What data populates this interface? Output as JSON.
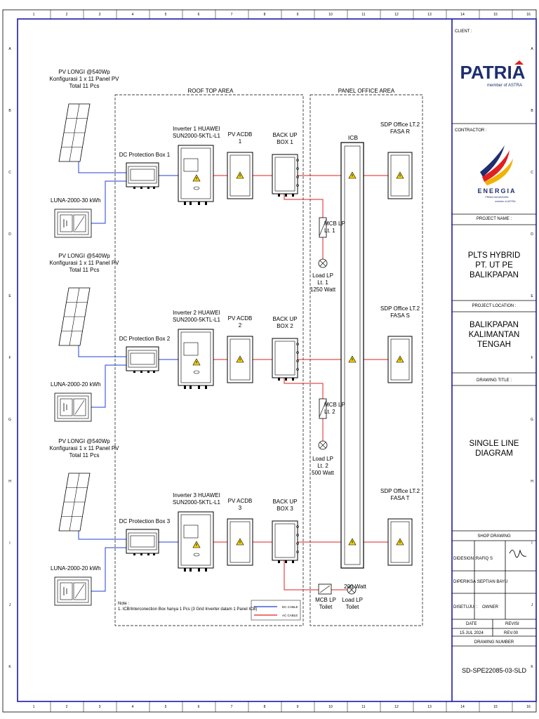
{
  "grid": {
    "columns": [
      "1",
      "2",
      "3",
      "4",
      "5",
      "6",
      "7",
      "8",
      "9",
      "10",
      "11",
      "12",
      "13",
      "14",
      "15",
      "16"
    ],
    "rows": [
      "A",
      "B",
      "C",
      "D",
      "E",
      "F",
      "G",
      "H",
      "I",
      "J",
      "K"
    ]
  },
  "areas": {
    "roof_top": "ROOF TOP AREA",
    "panel_office": "PANEL OFFICE AREA"
  },
  "pv_arrays": [
    "PV LONGI @540Wp\nKonfigurasi 1 x 11 Panel PV\nTotal 11 Pcs",
    "PV LONGI @540Wp\nKonfigurasi 1 x 11 Panel PV\nTotal 11 Pcs",
    "PV LONGI @540Wp\nKonfigurasi 1 x 11 Panel PV\nTotal 11 Pcs"
  ],
  "batteries": [
    "LUNA-2000-30 kWh",
    "LUNA-2000-20 kWh",
    "LUNA-2000-20 kWh"
  ],
  "dc_protection": [
    "DC Protection Box 1",
    "DC Protection Box 2",
    "DC Protection Box 3"
  ],
  "inverters": [
    "Inverter 1 HUAWEI\nSUN2000-5KTL-L1",
    "Inverter 2 HUAWEI\nSUN2000-5KTL-L1",
    "Inverter 3 HUAWEI\nSUN2000-5KTL-L1"
  ],
  "pv_acdb": [
    "PV ACDB\n1",
    "PV ACDB\n2",
    "PV ACDB\n3"
  ],
  "backup_boxes": [
    "BACK UP\nBOX 1",
    "BACK UP\nBOX 2",
    "BACK UP\nBOX 3"
  ],
  "icb": "ICB",
  "sdp": [
    "SDP Office LT.2\nFASA R",
    "SDP Office LT.2\nFASA S",
    "SDP Office LT.2\nFASA T"
  ],
  "mcb": [
    "MCB LP\nLt. 1",
    "MCB LP\nLt. 2",
    "MCB LP\nToilet"
  ],
  "loads": [
    "Load LP\nLt. 1\n1250 Watt",
    "Load LP\nLt. 2\n500 Watt",
    "Load LP\nToilet"
  ],
  "load_toilet_watt": "200 Watt",
  "note": "Note :\n  1. ICB/Interconection Box hanya 1 Pcs (3 Grid Inverter dalam 1 Panel ICB)",
  "legend": {
    "dc": "DC CABLE",
    "ac": "AC CABLE"
  },
  "title_block": {
    "client_label": "CLIENT :",
    "client_logo": "PATRIA",
    "client_sub": "member of ASTRA",
    "contractor_label": "CONTRACTOR :",
    "contractor_logo": "ENERGIA",
    "contractor_sub": "PRIMA NUSANTARA",
    "contractor_sub2": "member of ASTRA",
    "project_name_label": "PROJECT NAME :",
    "project_name": "PLTS HYBRID\nPT. UT PE BALIKPAPAN",
    "project_location_label": "PROJECT LOCATION :",
    "project_location": "BALIKPAPAN\nKALIMANTAN TENGAH",
    "drawing_title_label": "DRAWING TITLE :",
    "drawing_title": "SINGLE LINE\nDIAGRAM",
    "shop_drawing": "SHOP DRAWING",
    "design_label": "DIDESIGN :",
    "design_value": "RAFIQ S",
    "check_label": "DIPERIKSA :",
    "check_value": "SEPTIAN BAYU",
    "approve_label": "DISETUJUI :",
    "approve_value": "OWNER",
    "date_label": "DATE",
    "revisi_label": "REVISI",
    "date_value": "15 JUL 2024",
    "rev_value": "REV.00",
    "drawing_number_label": "DRAWING NUMBER",
    "drawing_number": "SD-SPE22085-03-SLD"
  },
  "colors": {
    "dc_cable": "#1f3fd6",
    "ac_cable": "#e02020",
    "panel_blue": "#1e2e6e"
  }
}
